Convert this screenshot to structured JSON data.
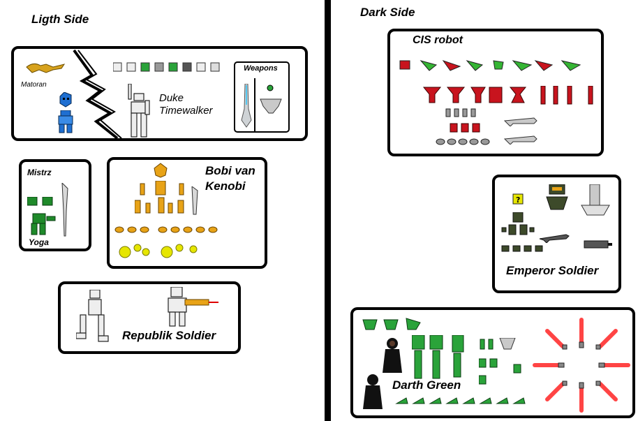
{
  "light_side": {
    "title": "Ligth Side",
    "panel_matoran": {
      "matoran_label": "Matoran",
      "duke_label_line1": "Duke",
      "duke_label_line2": "Timewalker",
      "weapons_label": "Weapons"
    },
    "panel_mistrz": {
      "top_label": "Mistrz",
      "bottom_label": "Yoga"
    },
    "panel_bobi": {
      "label_line1": "Bobi van",
      "label_line2": "Kenobi"
    },
    "panel_republik": {
      "label": "Republik Soldier"
    }
  },
  "dark_side": {
    "title": "Dark Side",
    "panel_cis": {
      "label": "CIS robot"
    },
    "panel_emperor": {
      "label": "Emperor Soldier"
    },
    "panel_darth": {
      "label": "Darth Green"
    }
  },
  "colors": {
    "matoran_gold": "#d7a21d",
    "matoran_blue": "#1f6fd1",
    "bobi_gold": "#e8a317",
    "bobi_yellow": "#e6e600",
    "yoga_green": "#1f8a2a",
    "cis_red": "#c8141e",
    "cis_green": "#35b534",
    "darth_green": "#2aa33a",
    "saber_red": "#ff3030",
    "emperor_dark": "#3d4a2a"
  }
}
